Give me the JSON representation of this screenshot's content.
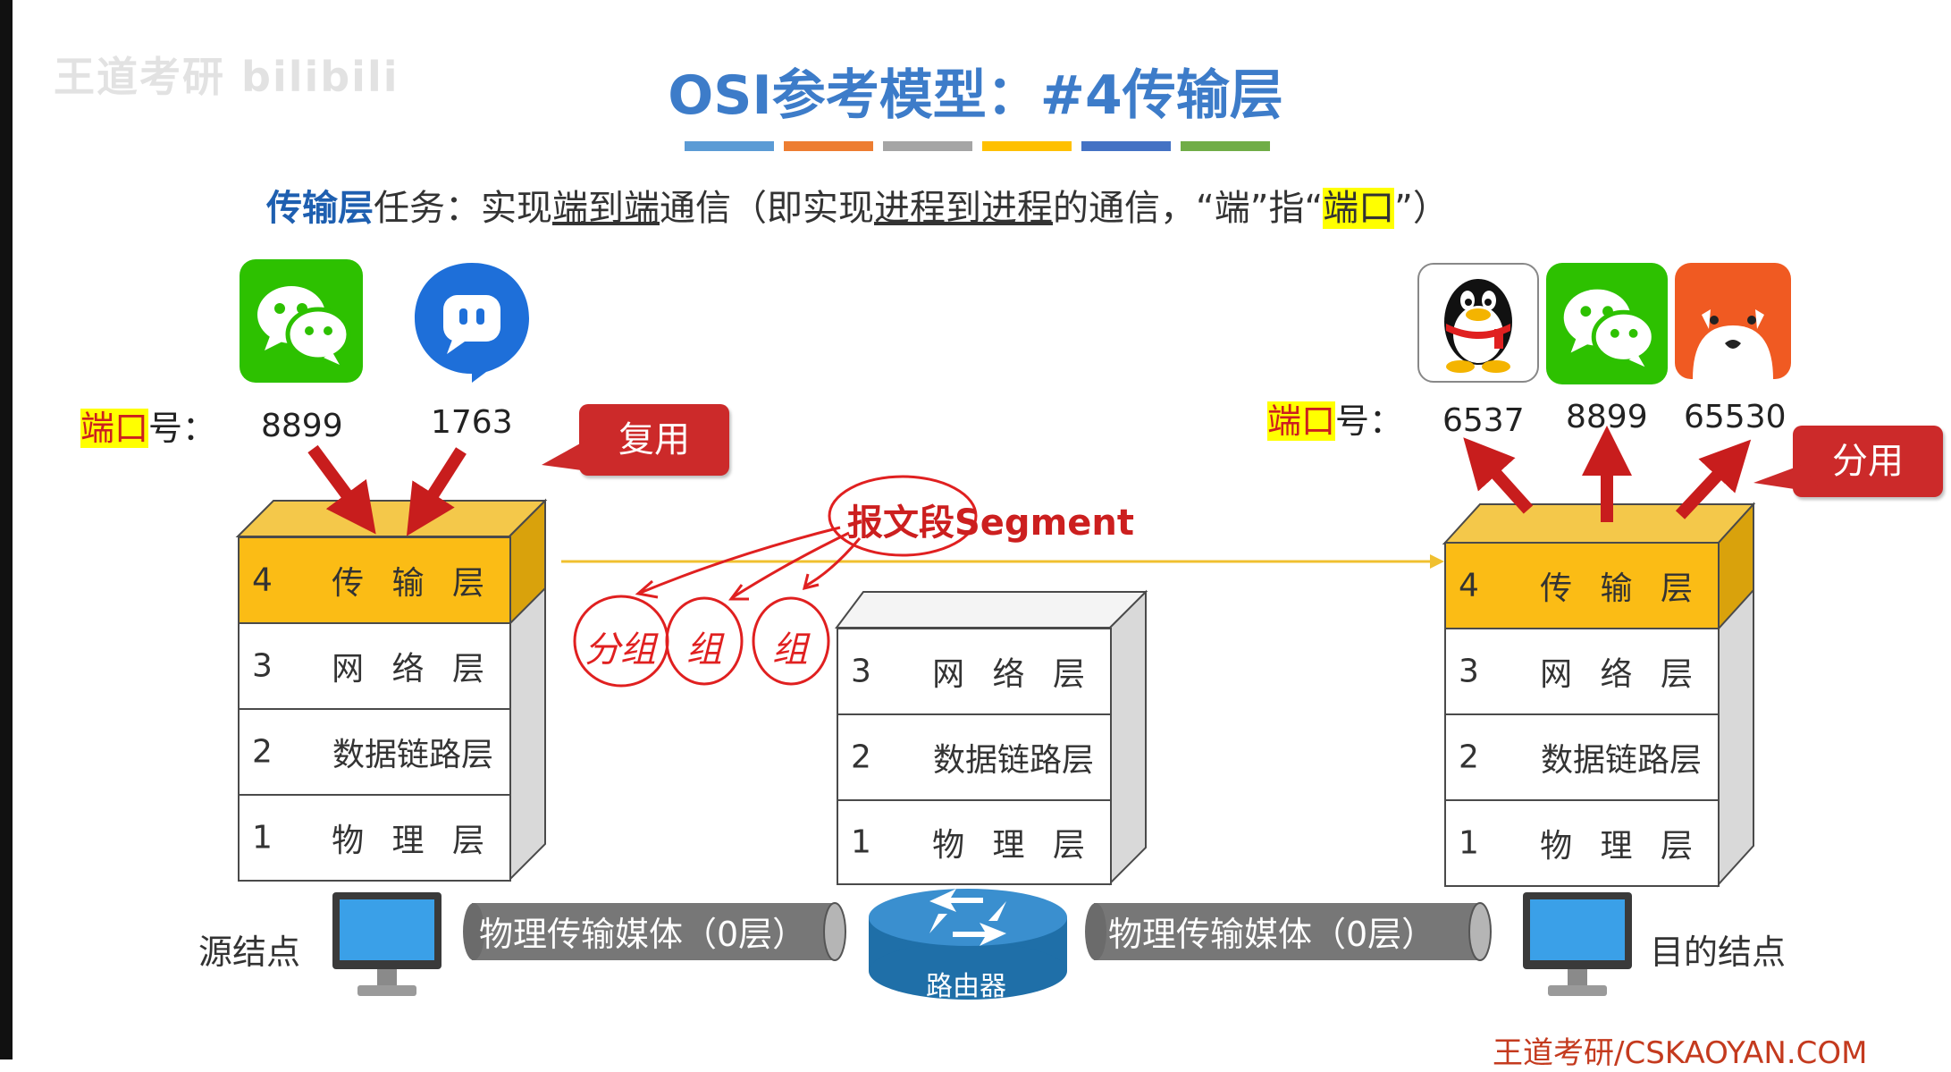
{
  "watermark": "王道考研 bilibili",
  "title": "OSI参考模型：#4传输层",
  "color_strip": [
    "#5b9bd5",
    "#ed7d31",
    "#a5a5a5",
    "#ffc000",
    "#4472c4",
    "#70ad47"
  ],
  "task": {
    "prefix": "传输层",
    "t1": "任务：实现",
    "t2": "端到端",
    "t3": "通信（即实现",
    "t4": "进程到进程",
    "t5": "的通信，“端”指“",
    "t6": "端口",
    "t7": "”）"
  },
  "left": {
    "port_label_hl": "端口",
    "port_label_rest": "号：",
    "apps": [
      {
        "icon": "wechat-icon",
        "port": "8899"
      },
      {
        "icon": "chat-app-icon",
        "port": "1763"
      }
    ],
    "callout": "复用",
    "node_label": "源结点"
  },
  "right": {
    "port_label_hl": "端口",
    "port_label_rest": "号：",
    "apps": [
      {
        "icon": "qq-penguin-icon",
        "port": "6537"
      },
      {
        "icon": "wechat-icon",
        "port": "8899"
      },
      {
        "icon": "fox-app-icon",
        "port": "65530"
      }
    ],
    "callout": "分用",
    "node_label": "目的结点"
  },
  "stacks": {
    "end_layers": [
      {
        "num": "4",
        "name": "传 输 层"
      },
      {
        "num": "3",
        "name": "网 络 层"
      },
      {
        "num": "2",
        "name": "数据链路层"
      },
      {
        "num": "1",
        "name": "物 理 层"
      }
    ],
    "router_layers": [
      {
        "num": "3",
        "name": "网 络 层"
      },
      {
        "num": "2",
        "name": "数据链路层"
      },
      {
        "num": "1",
        "name": "物 理 层"
      }
    ]
  },
  "segment_label": "报文段Segment",
  "handwriting": [
    "分组",
    "组",
    "组"
  ],
  "media": [
    "物理传输媒体（0层）",
    "物理传输媒体（0层）"
  ],
  "router_label": "路由器",
  "footer": "王道考研/CSKAOYAN.COM"
}
